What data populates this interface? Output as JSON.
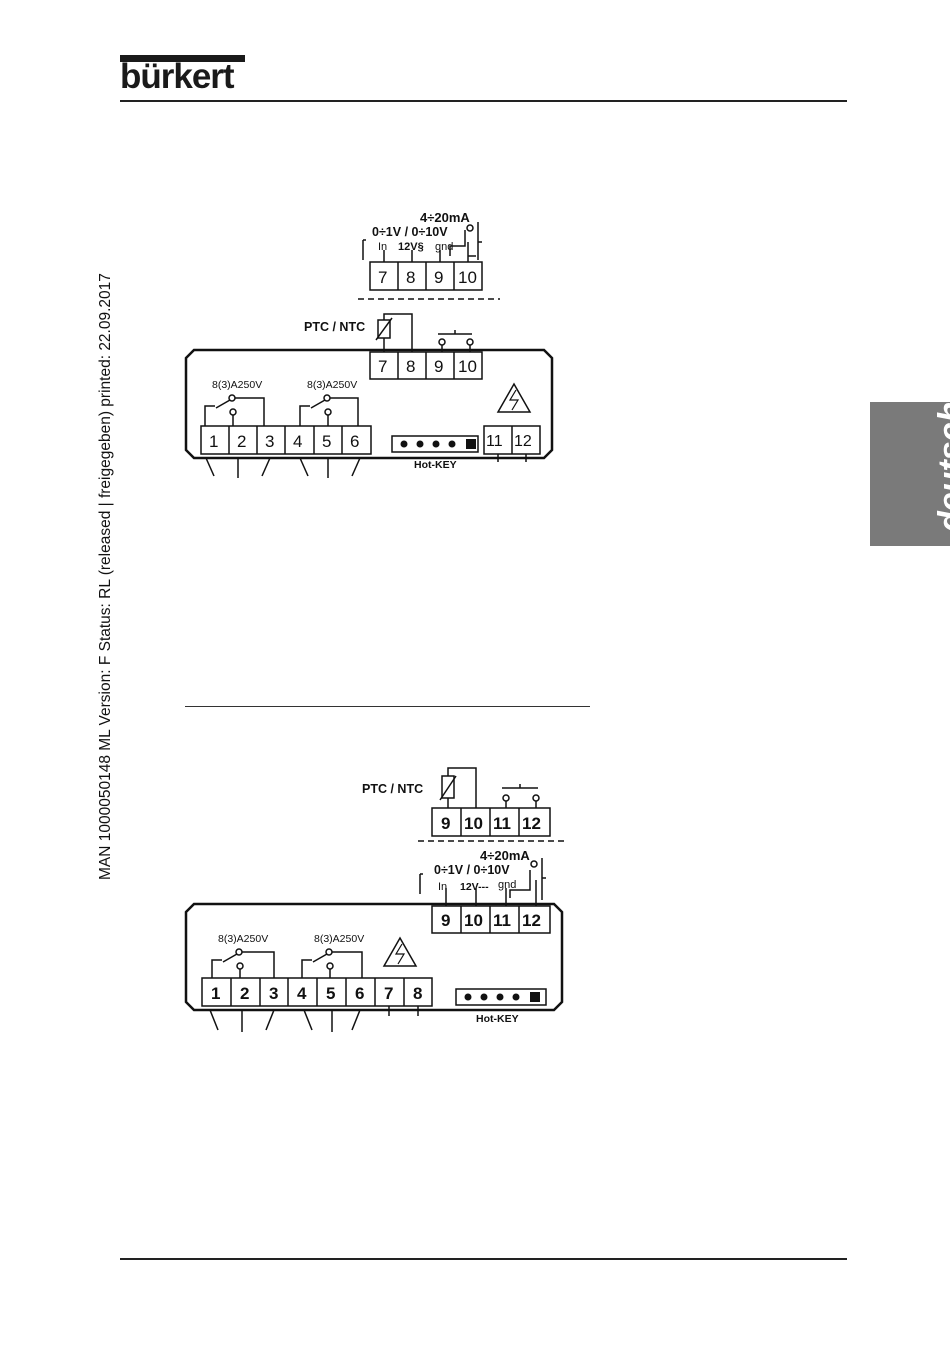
{
  "logo": {
    "text": "bürkert"
  },
  "side_info": "MAN  1000050148  ML  Version: F Status: RL (released | freigegeben)  printed: 22.09.2017",
  "language_tab": "deutsch",
  "diagram1": {
    "input_label_ma": "4÷20mA",
    "input_label_v": "0÷1V / 0÷10V",
    "pin_in": "In",
    "pin_12v": "12V§",
    "pin_gnd": "gnd",
    "probe_label": "PTC / NTC",
    "relay1": "8(3)A250V",
    "relay2": "8(3)A250V",
    "hotkey": "Hot-KEY",
    "top_terminals": [
      "7",
      "8",
      "9",
      "10"
    ],
    "main_terminals": [
      "1",
      "2",
      "3",
      "4",
      "5",
      "6"
    ],
    "mid_terminals": [
      "7",
      "8",
      "9",
      "10"
    ],
    "right_terminals": [
      "11",
      "12"
    ]
  },
  "diagram2": {
    "input_label_ma": "4÷20mA",
    "input_label_v": "0÷1V / 0÷10V",
    "pin_in": "In",
    "pin_12v": "12V---",
    "pin_gnd": "gnd",
    "probe_label": "PTC / NTC",
    "relay1": "8(3)A250V",
    "relay2": "8(3)A250V",
    "hotkey": "Hot-KEY",
    "top_terminals": [
      "9",
      "10",
      "11",
      "12"
    ],
    "mid_terminals": [
      "9",
      "10",
      "11",
      "12"
    ],
    "main_terminals": [
      "1",
      "2",
      "3",
      "4",
      "5",
      "6",
      "7",
      "8"
    ]
  }
}
